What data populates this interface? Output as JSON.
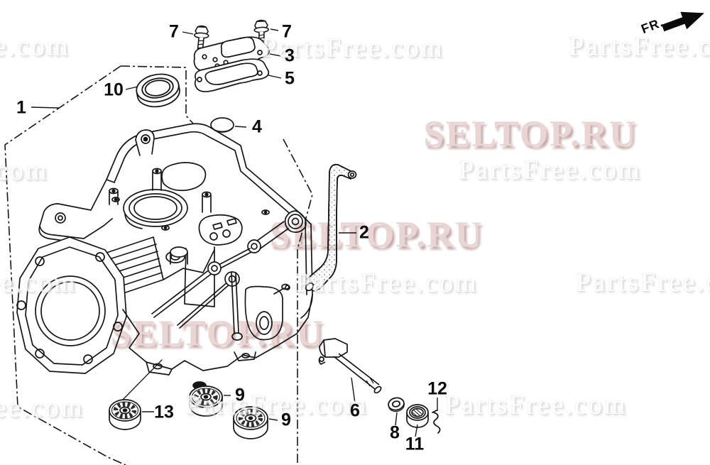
{
  "page": {
    "background": "#ffffff"
  },
  "direction_indicator": {
    "label": "FR."
  },
  "callouts": [
    {
      "label": "1"
    },
    {
      "label": "7"
    },
    {
      "label": "7"
    },
    {
      "label": "3"
    },
    {
      "label": "5"
    },
    {
      "label": "10"
    },
    {
      "label": "4"
    },
    {
      "label": "2"
    },
    {
      "label": "6"
    },
    {
      "label": "8"
    },
    {
      "label": "11"
    },
    {
      "label": "12"
    },
    {
      "label": "13"
    },
    {
      "label": "9"
    },
    {
      "label": "9"
    }
  ],
  "watermarks": {
    "seltop": {
      "text": "SELTOP.RU",
      "color": "#e9d3d3",
      "shadow_color": "#c3a4a4"
    },
    "partsfree": {
      "text": "PartsFree.com",
      "color": "#ffffff",
      "shadow_color": "#d4d4d4"
    }
  },
  "line_art_color": "#161616"
}
